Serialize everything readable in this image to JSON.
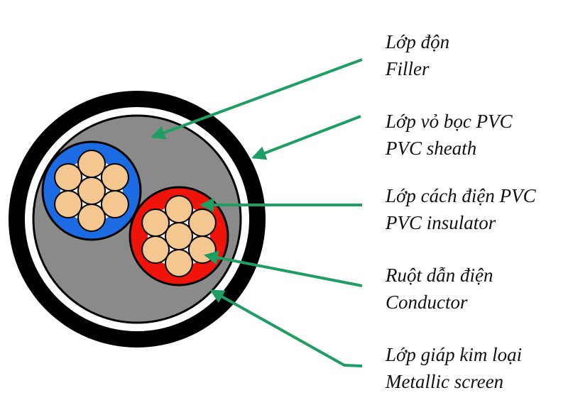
{
  "diagram": {
    "type": "power-cable-cross-section",
    "labels": [
      {
        "id": "filler",
        "vi": "Lớp độn",
        "en": "Filler"
      },
      {
        "id": "pvc-sheath",
        "vi": "Lớp vỏ bọc PVC",
        "en": "PVC sheath"
      },
      {
        "id": "pvc-insulator",
        "vi": "Lớp cách điện PVC",
        "en": "PVC insulator"
      },
      {
        "id": "conductor",
        "vi": "Ruột dẫn điện",
        "en": "Conductor"
      },
      {
        "id": "metallic-screen",
        "vi": "Lớp giáp kim loại",
        "en": "Metallic screen"
      }
    ],
    "colors": {
      "sheath_black": "#000000",
      "screen_white": "#ffffff",
      "filler_gray": "#8a8a8a",
      "insulator_blue": "#1c6be2",
      "insulator_red": "#ee1409",
      "conductor_tan": "#f4c690",
      "arrow_green": "#1f9e64",
      "text": "#111111",
      "background": "#ffffff"
    }
  }
}
